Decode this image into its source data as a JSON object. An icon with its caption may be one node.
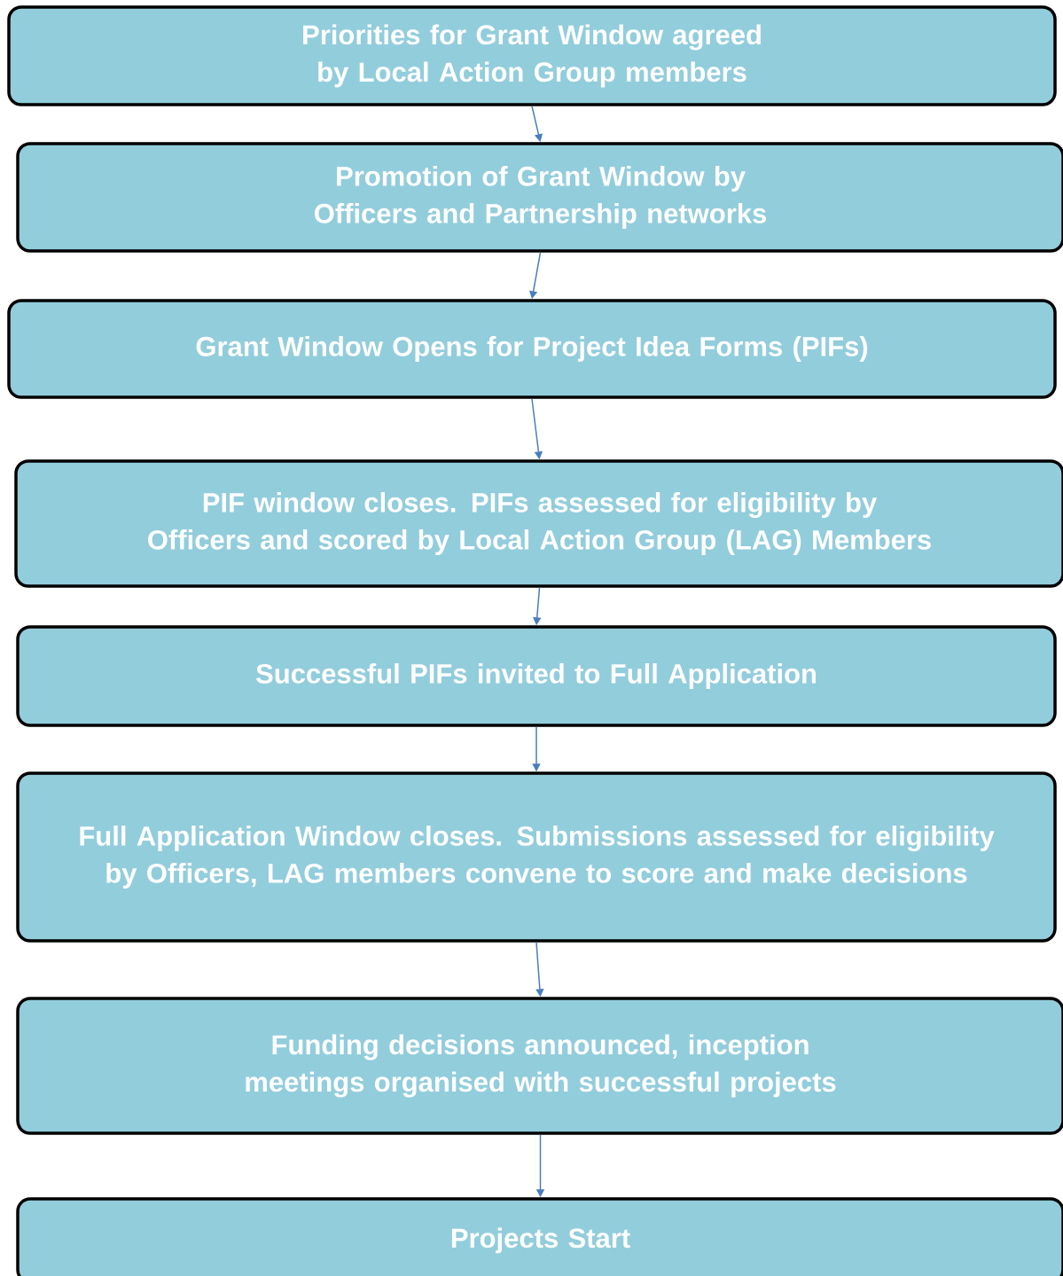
{
  "diagram": {
    "nodes": [
      {
        "text": [
          "Priorities for Grant Window agreed by Local Action Group members"
        ]
      },
      {
        "text": [
          "Promotion of Grant Window by Officers and Partnership networks"
        ]
      },
      {
        "text": [
          "Grant Window Opens for Project Idea Forms (PIFs)"
        ]
      },
      {
        "text": [
          "PIF window closes. PIFs assessed for eligibility by Officers and scored by Local Action Group (LAG) Members"
        ]
      },
      {
        "text": [
          "Successful PIFs invited to Full Application"
        ]
      },
      {
        "text": [
          "Full Application Window closes. Submissions assessed for eligibility by Officers, LAG members convene to score and make decisions"
        ]
      },
      {
        "text": [
          "Funding decisions announced, inception meetings organised with successful projects"
        ]
      },
      {
        "text": [
          "Projects Start"
        ]
      }
    ],
    "edges": [
      {
        "from": 0,
        "to": 1,
        "arrow": "to"
      },
      {
        "from": 1,
        "to": 2,
        "arrow": "to"
      },
      {
        "from": 2,
        "to": 3,
        "arrow": "to"
      },
      {
        "from": 3,
        "to": 4,
        "arrow": "to"
      },
      {
        "from": 4,
        "to": 5,
        "arrow": "to"
      },
      {
        "from": 5,
        "to": 6,
        "arrow": "to"
      },
      {
        "from": 6,
        "to": 7,
        "arrow": "to"
      }
    ]
  }
}
